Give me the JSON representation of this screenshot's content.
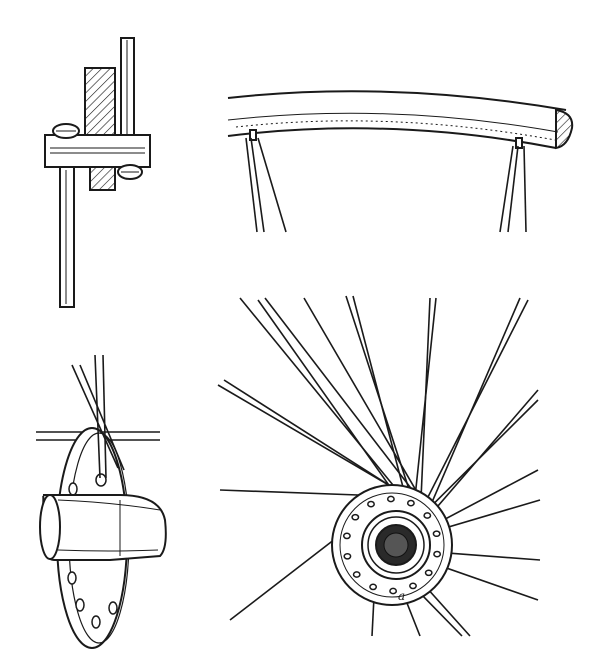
{
  "figures": [
    {
      "id": "clamp",
      "hatched_blocks": 2,
      "bolts": 2
    },
    {
      "id": "rim-section",
      "spoke_nipples": 2
    },
    {
      "id": "hub-side",
      "flange_holes": 6
    },
    {
      "id": "hub-spoked",
      "spokes": 24,
      "hub_mark": "a"
    }
  ],
  "colors": {
    "ink": "#1a1a1a",
    "paper": "#ffffff"
  }
}
